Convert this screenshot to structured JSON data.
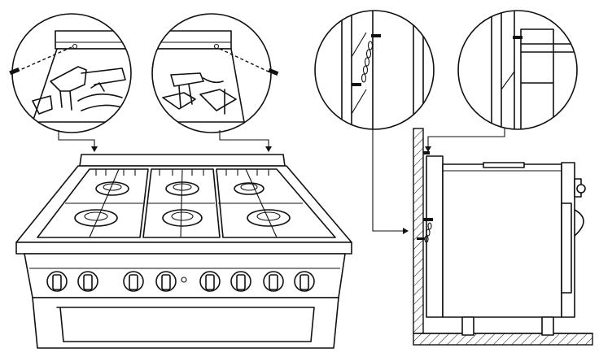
{
  "figure": {
    "stroke_color": "#111111",
    "background_color": "#ffffff"
  },
  "views": [
    "detail-left-backguard-screw",
    "detail-right-backguard-screw",
    "detail-wall-anti-tip-chain",
    "detail-wall-bracket",
    "range-front-view",
    "range-side-view"
  ]
}
